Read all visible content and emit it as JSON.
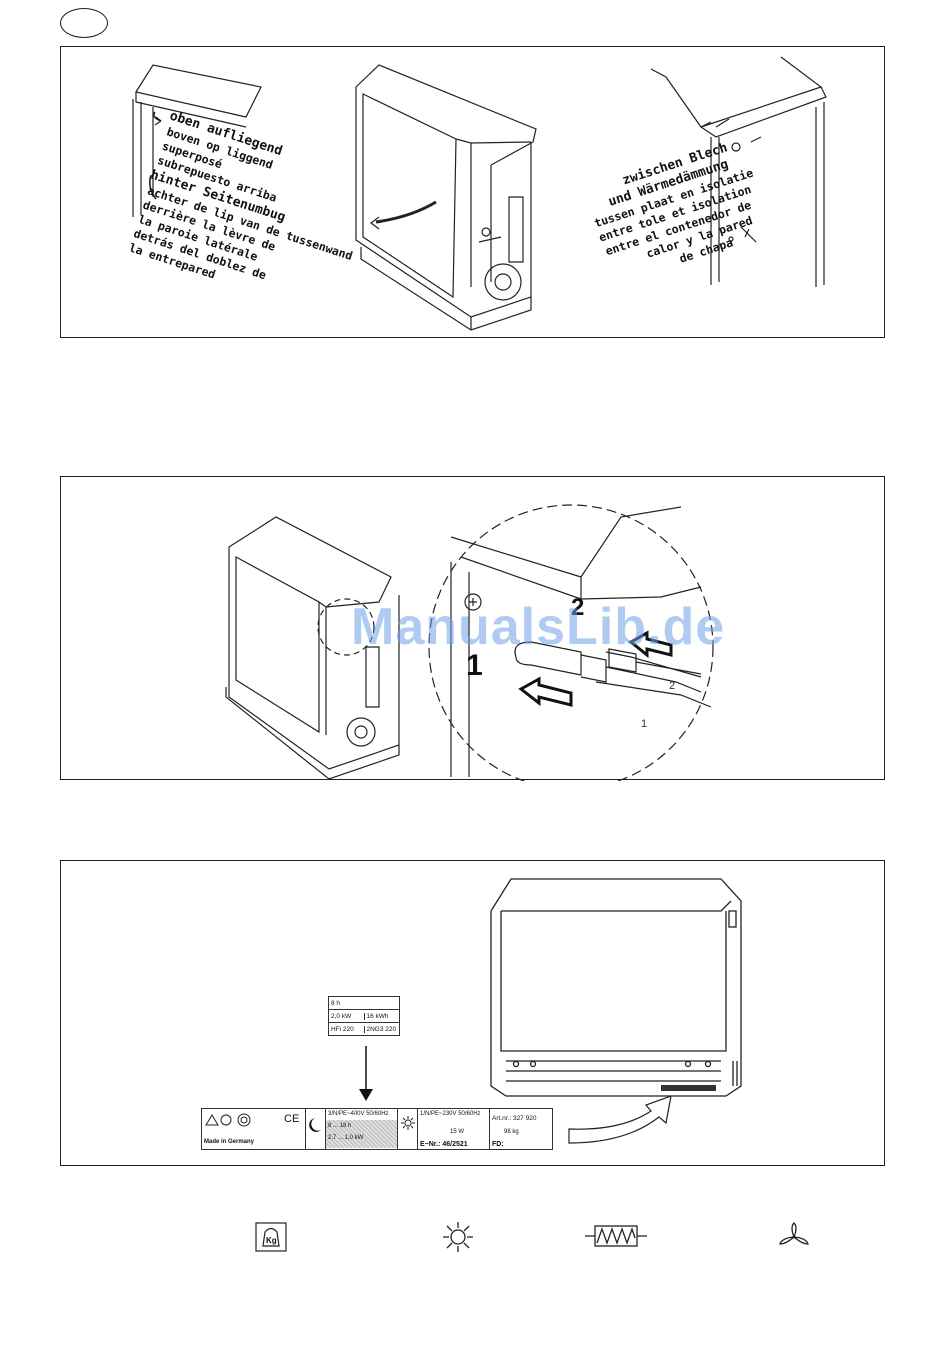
{
  "panel1": {
    "text_left": [
      "oben aufliegend",
      "boven op liggend",
      "superposé",
      "subrepuesto arriba",
      "hinter Seitenumbug",
      "achter de lip van de tussenwand",
      "derrière la lèvre de",
      "la paroie latérale",
      "detrás del doblez de",
      "la entrepared"
    ],
    "text_right": [
      "zwischen Blech",
      "und Wärmedämmung",
      "tussen plaat en isolatie",
      "entre tole et isolation",
      "entre el contenedor de",
      "calor y la pared",
      "de chapa"
    ]
  },
  "panel2": {
    "step1": "1",
    "step2": "2",
    "wire1": "1",
    "wire2": "2",
    "watermark": "ManualsLib.de"
  },
  "panel3": {
    "small_label": {
      "r1c1": "8   h",
      "r2c1": "2,0  kW",
      "r2c2": "16 kWh",
      "r3c1": "HFi 220",
      "r3c2": "2NG3 220"
    },
    "rating_plate": {
      "made_in": "Made in Germany",
      "ce": "CE",
      "supply_3ph": "3/N/PE~400V 50/60Hz",
      "hours": "8 ... 18  h",
      "power": "2,7 ... 1,0  kW",
      "supply_1ph": "1/N/PE~230V 50/60Hz",
      "fan_power": "15 W",
      "art_nr": "Art.nr.: 327 920",
      "weight": "98 kg",
      "e_nr": "E−Nr.: 46/2521",
      "fd": "FD:"
    }
  },
  "legend_icons": [
    "moon-icon",
    "weight-kg-icon",
    "sun-icon",
    "heating-resistor-icon",
    "fan-icon"
  ],
  "kg_glyph": "Kg"
}
